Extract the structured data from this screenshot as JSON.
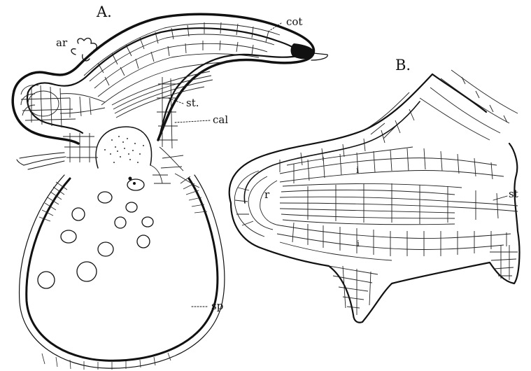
{
  "figure": {
    "panel_a": {
      "title": "A.",
      "labels": {
        "cot": "cot",
        "ar": "ar",
        "st": "st.",
        "cal": "cal",
        "sp": "sp"
      }
    },
    "panel_b": {
      "title": "B.",
      "labels": {
        "r": "r",
        "st": "st",
        "i_upper": "i",
        "i_lower": "i"
      }
    }
  }
}
